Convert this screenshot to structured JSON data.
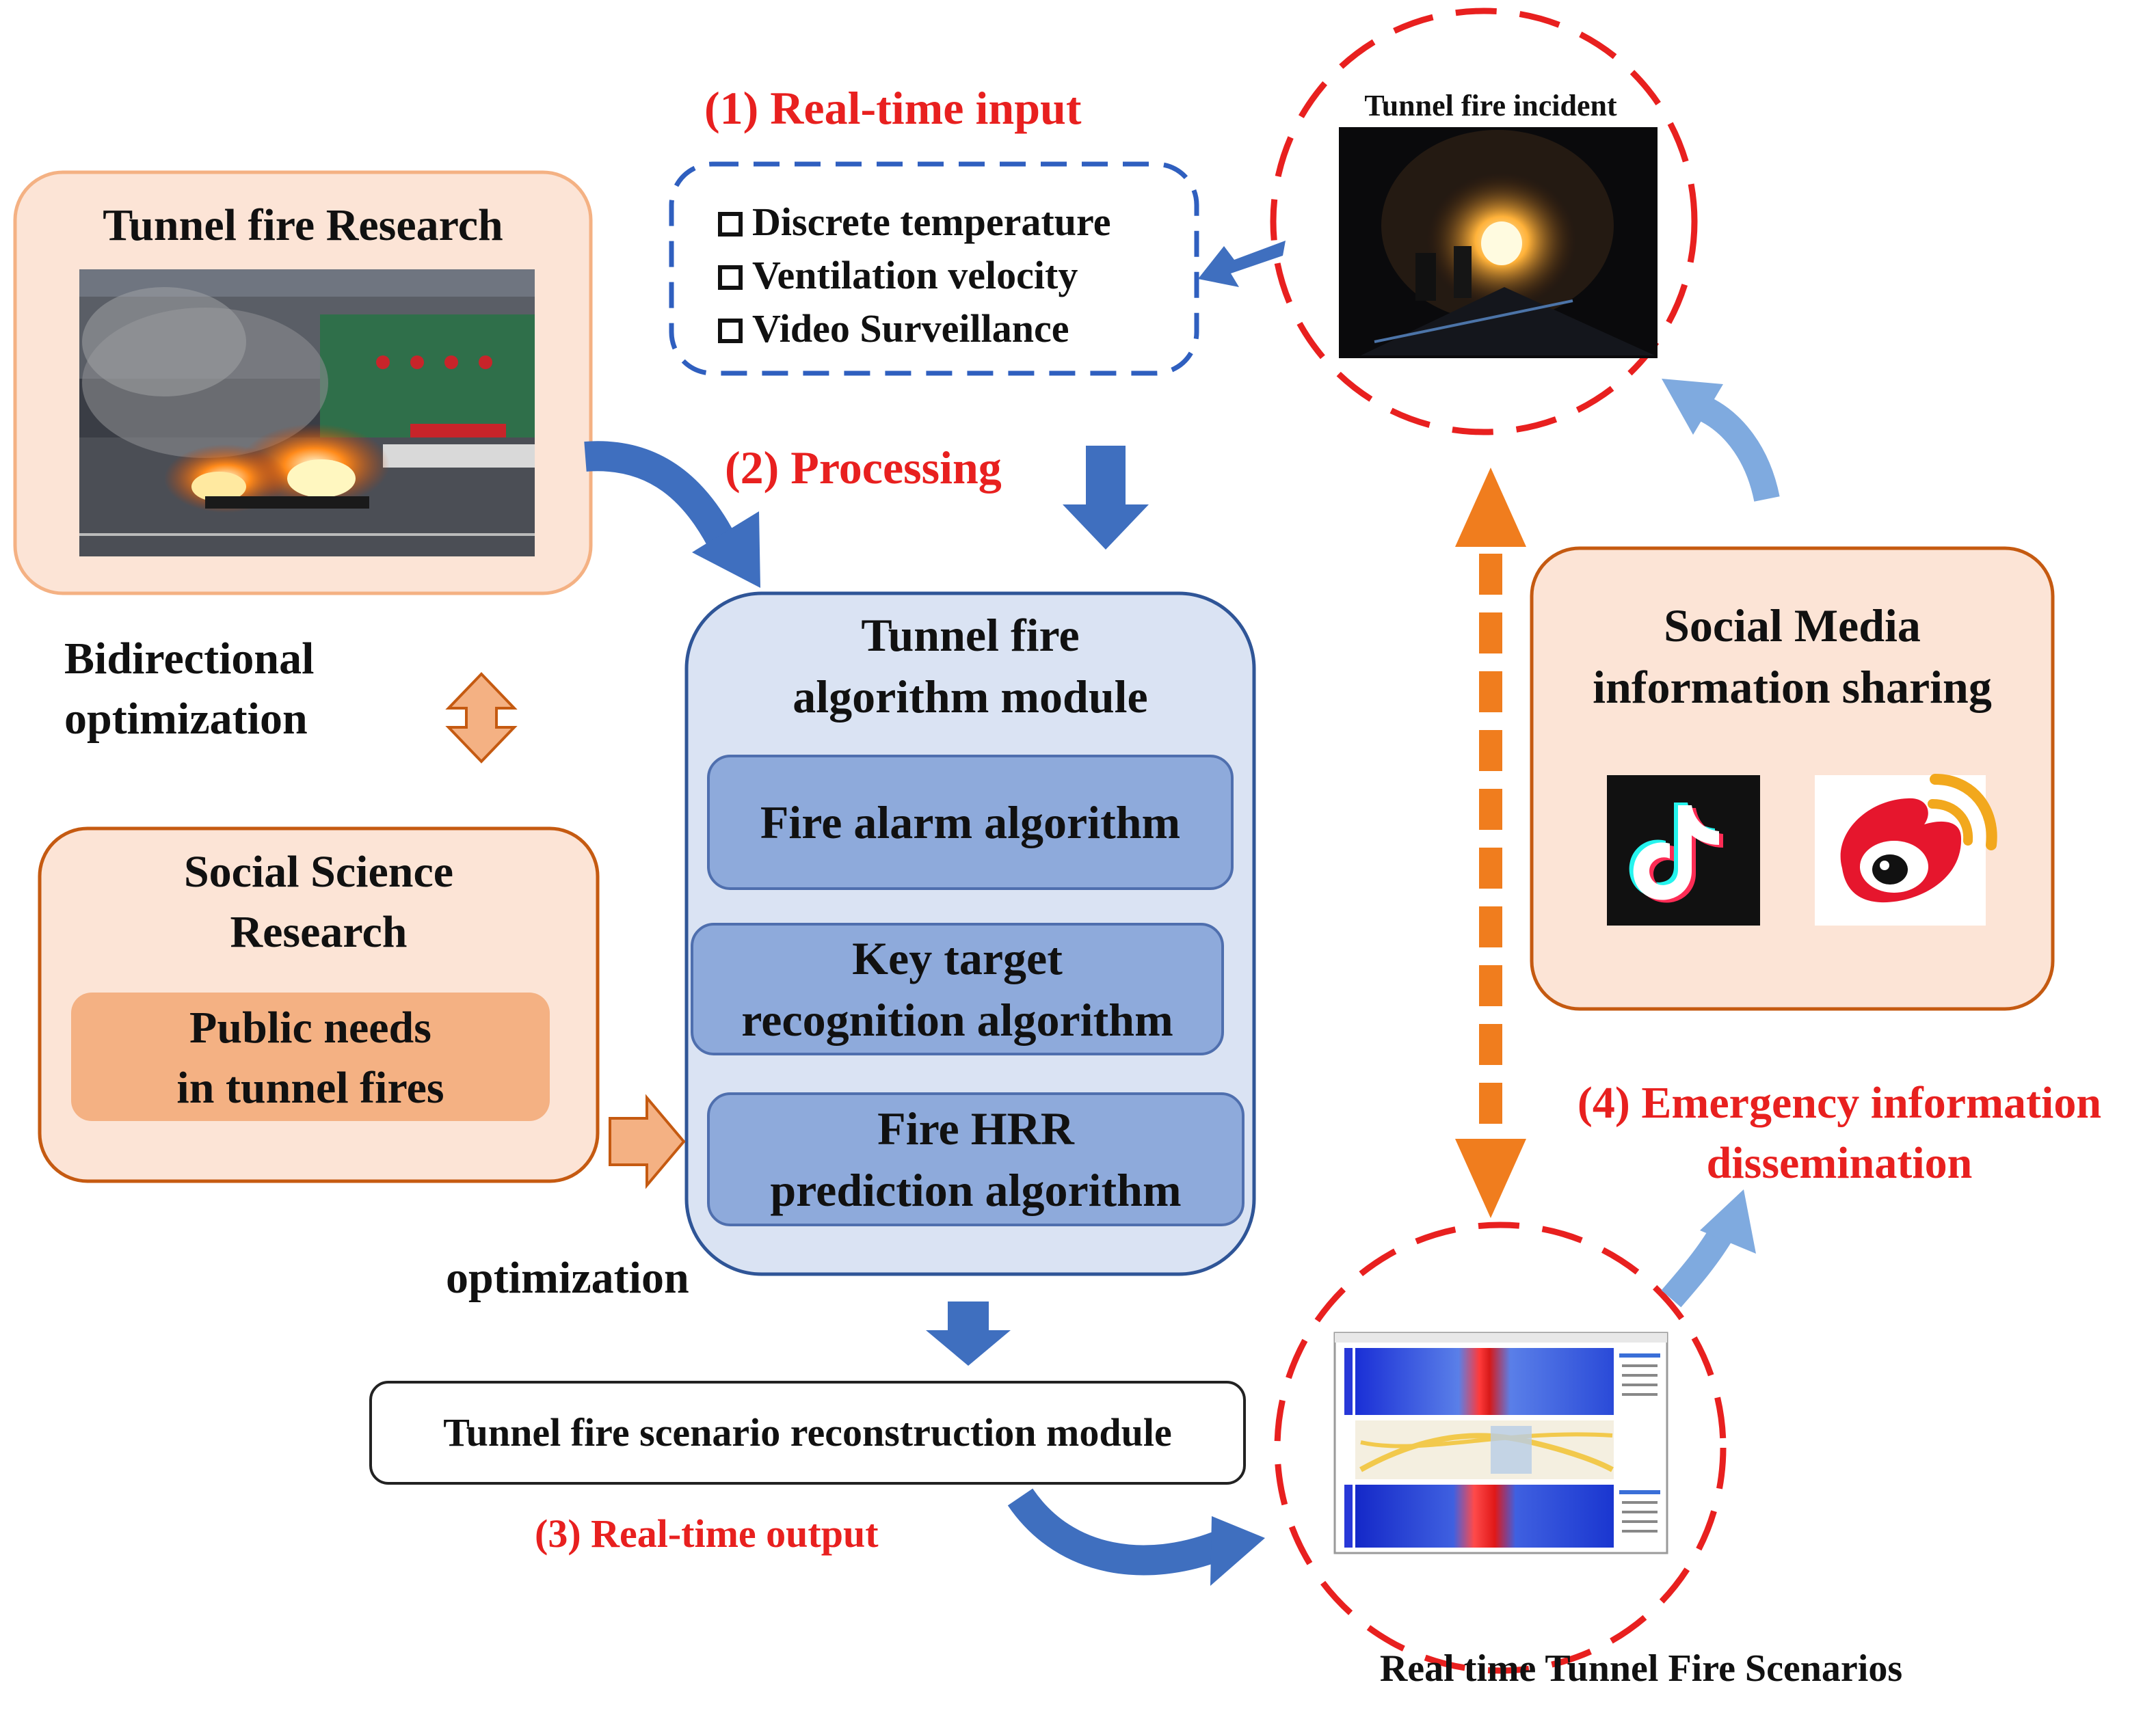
{
  "input": {
    "heading": "(1)  Real-time input",
    "items": [
      "Discrete temperature",
      "Ventilation velocity",
      "Video Surveillance"
    ]
  },
  "incident": {
    "label": "Tunnel fire incident"
  },
  "research": {
    "title": "Tunnel fire Research"
  },
  "processing": {
    "heading": "(2)  Processing"
  },
  "bidirectional": {
    "line1": "Bidirectional",
    "line2": "optimization"
  },
  "social_science": {
    "title_line1": "Social Science",
    "title_line2": "Research",
    "needs_line1": "Public needs",
    "needs_line2": "in tunnel fires"
  },
  "algorithm_module": {
    "title_line1": "Tunnel fire",
    "title_line2": "algorithm module",
    "algorithms": [
      {
        "line1": "Fire alarm algorithm",
        "line2": ""
      },
      {
        "line1": "Key target",
        "line2": "recognition algorithm"
      },
      {
        "line1": "Fire HRR",
        "line2": "prediction algorithm"
      }
    ]
  },
  "optimization_label": "optimization",
  "reconstruction": {
    "label": "Tunnel fire scenario reconstruction module"
  },
  "output": {
    "heading": "(3) Real-time output"
  },
  "social_media": {
    "title_line1": "Social Media",
    "title_line2": "information sharing",
    "icons": [
      "tiktok-icon",
      "weibo-icon"
    ]
  },
  "dissemination": {
    "line1": "(4) Emergency information",
    "line2": "dissemination"
  },
  "scenarios": {
    "caption": "Real time Tunnel Fire Scenarios"
  },
  "colors": {
    "red": "#e8201f",
    "blue_arrow": "#3f6fbf",
    "light_blue_arrow": "#7faadf",
    "orange_arrow": "#f07d1e",
    "peach_box": "#fce4d6",
    "module_fill": "#dae3f3",
    "algo_fill": "#8eaadb"
  }
}
